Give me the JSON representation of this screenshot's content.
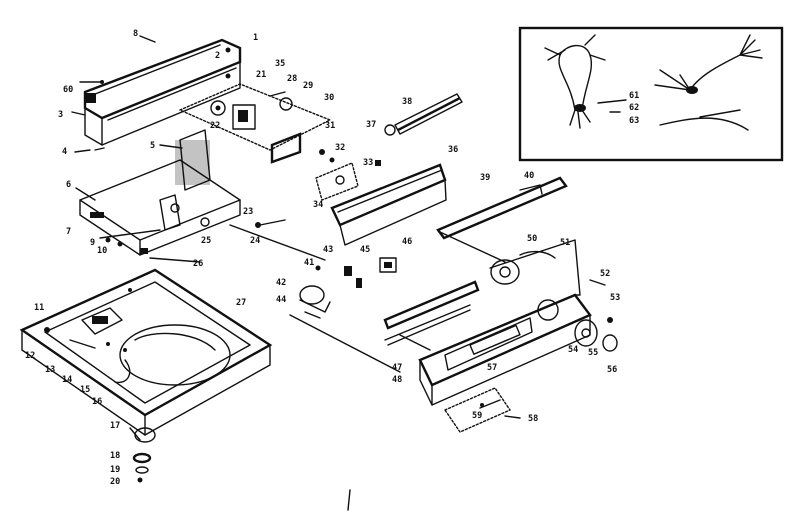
{
  "callouts": [
    "1",
    "2",
    "3",
    "4",
    "5",
    "6",
    "7",
    "8",
    "9",
    "10",
    "11",
    "12",
    "13",
    "14",
    "15",
    "16",
    "17",
    "18",
    "19",
    "20",
    "21",
    "22",
    "23",
    "24",
    "25",
    "26",
    "27",
    "28",
    "29",
    "30",
    "31",
    "32",
    "33",
    "34",
    "35",
    "36",
    "37",
    "38",
    "39",
    "40",
    "41",
    "42",
    "43",
    "44",
    "45",
    "46",
    "47",
    "48",
    "50",
    "51",
    "52",
    "53",
    "54",
    "55",
    "56",
    "57",
    "58",
    "59",
    "60",
    "61",
    "62",
    "63"
  ]
}
